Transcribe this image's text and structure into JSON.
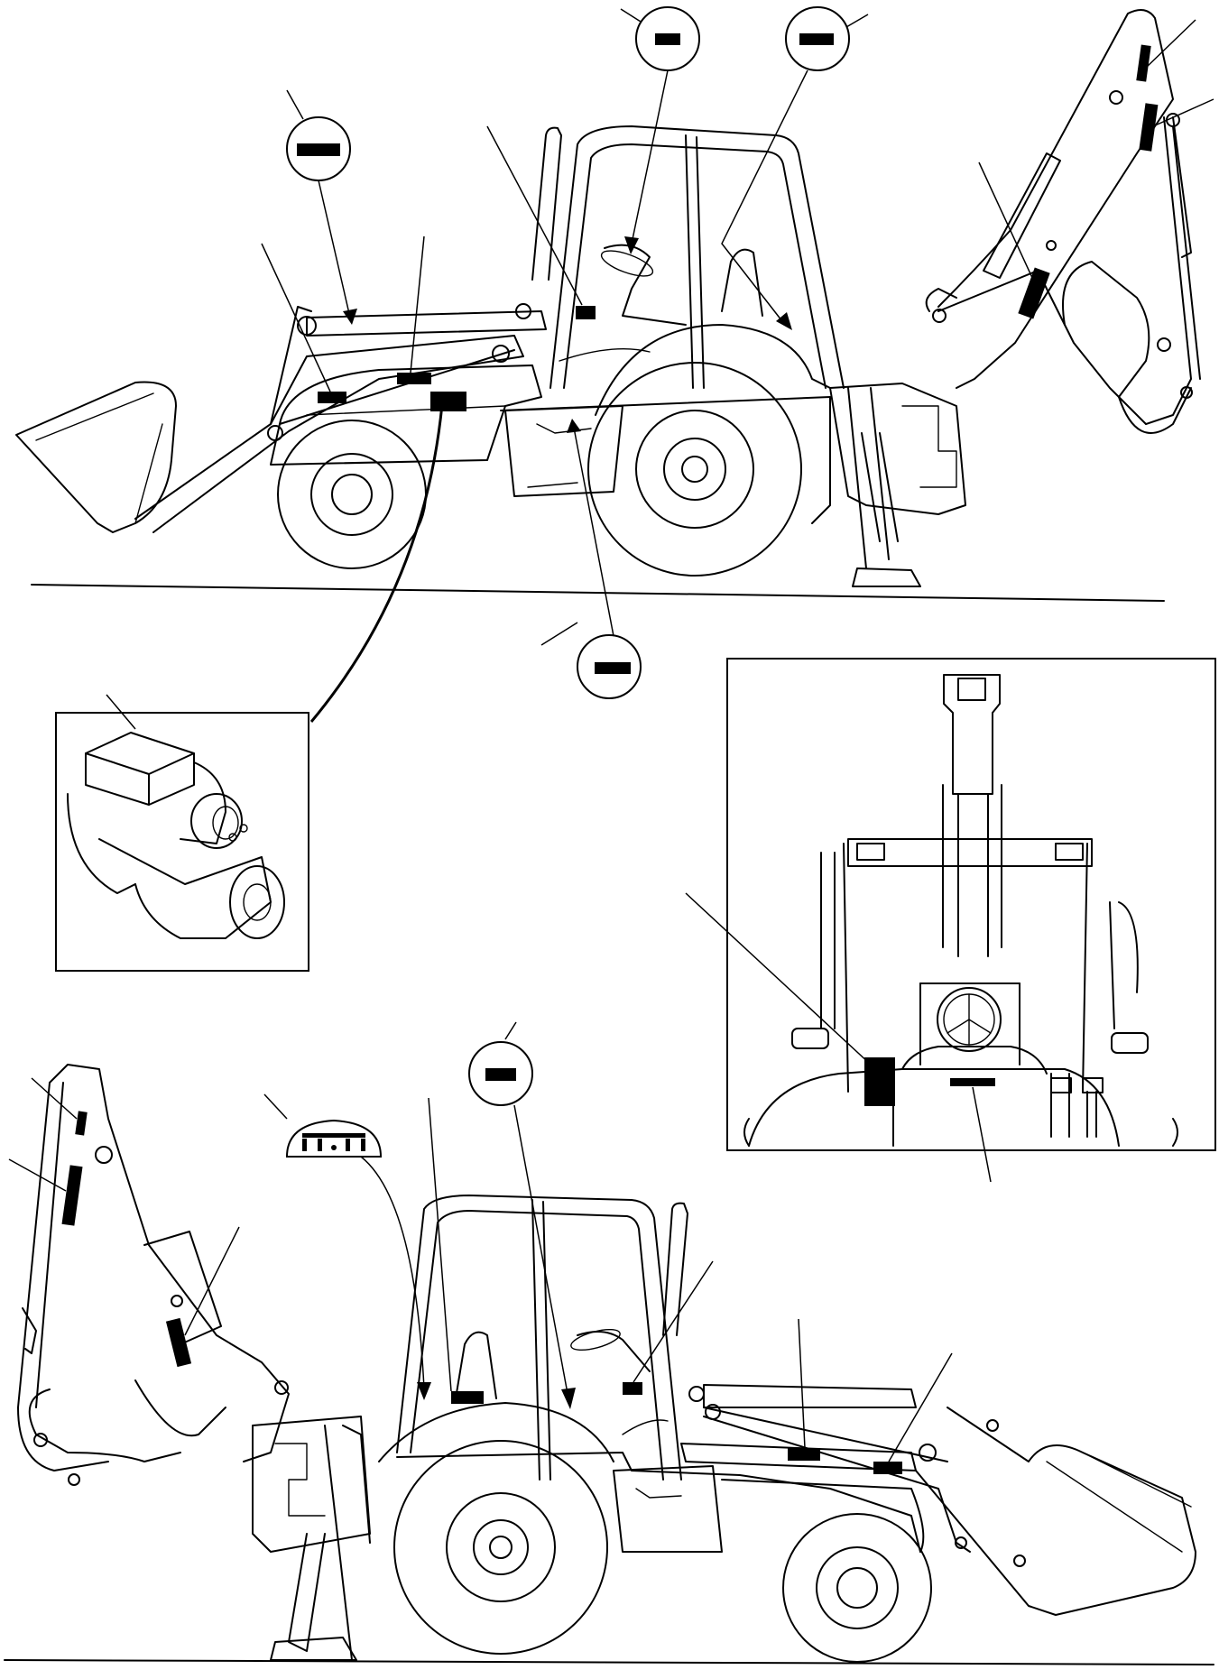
{
  "figure": {
    "subject": "backhoe-loader-safety-decal-locations",
    "views": [
      "left-side",
      "right-side",
      "rear",
      "starter-motor-detail"
    ]
  },
  "colors": {
    "line": "#000000",
    "background": "#ffffff",
    "detail_hatch": "#9a9a9a"
  }
}
